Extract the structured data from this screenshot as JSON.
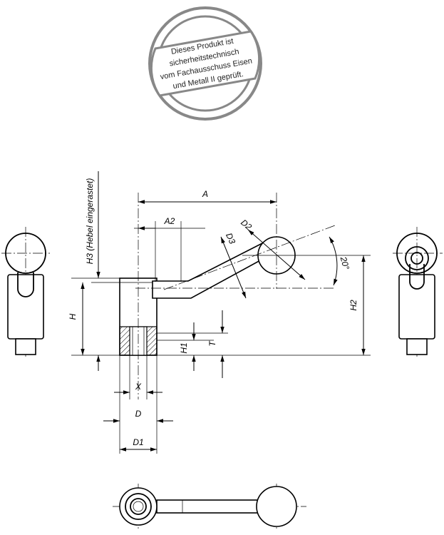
{
  "stamp": {
    "lines": [
      "Dieses Produkt ist",
      "sicherheitstechnisch",
      "vom Fachausschuss Eisen",
      "und Metall II geprüft."
    ],
    "color": "#888888"
  },
  "dimensions": {
    "A": "A",
    "A2": "A2",
    "D2": "D2",
    "D3": "D3",
    "angle": "20°",
    "H3": "H3 (Hebel eingerastet)",
    "H": "H",
    "H1": "H1",
    "H2": "H2",
    "T": "T",
    "X": "X",
    "D": "D",
    "D1": "D1"
  }
}
